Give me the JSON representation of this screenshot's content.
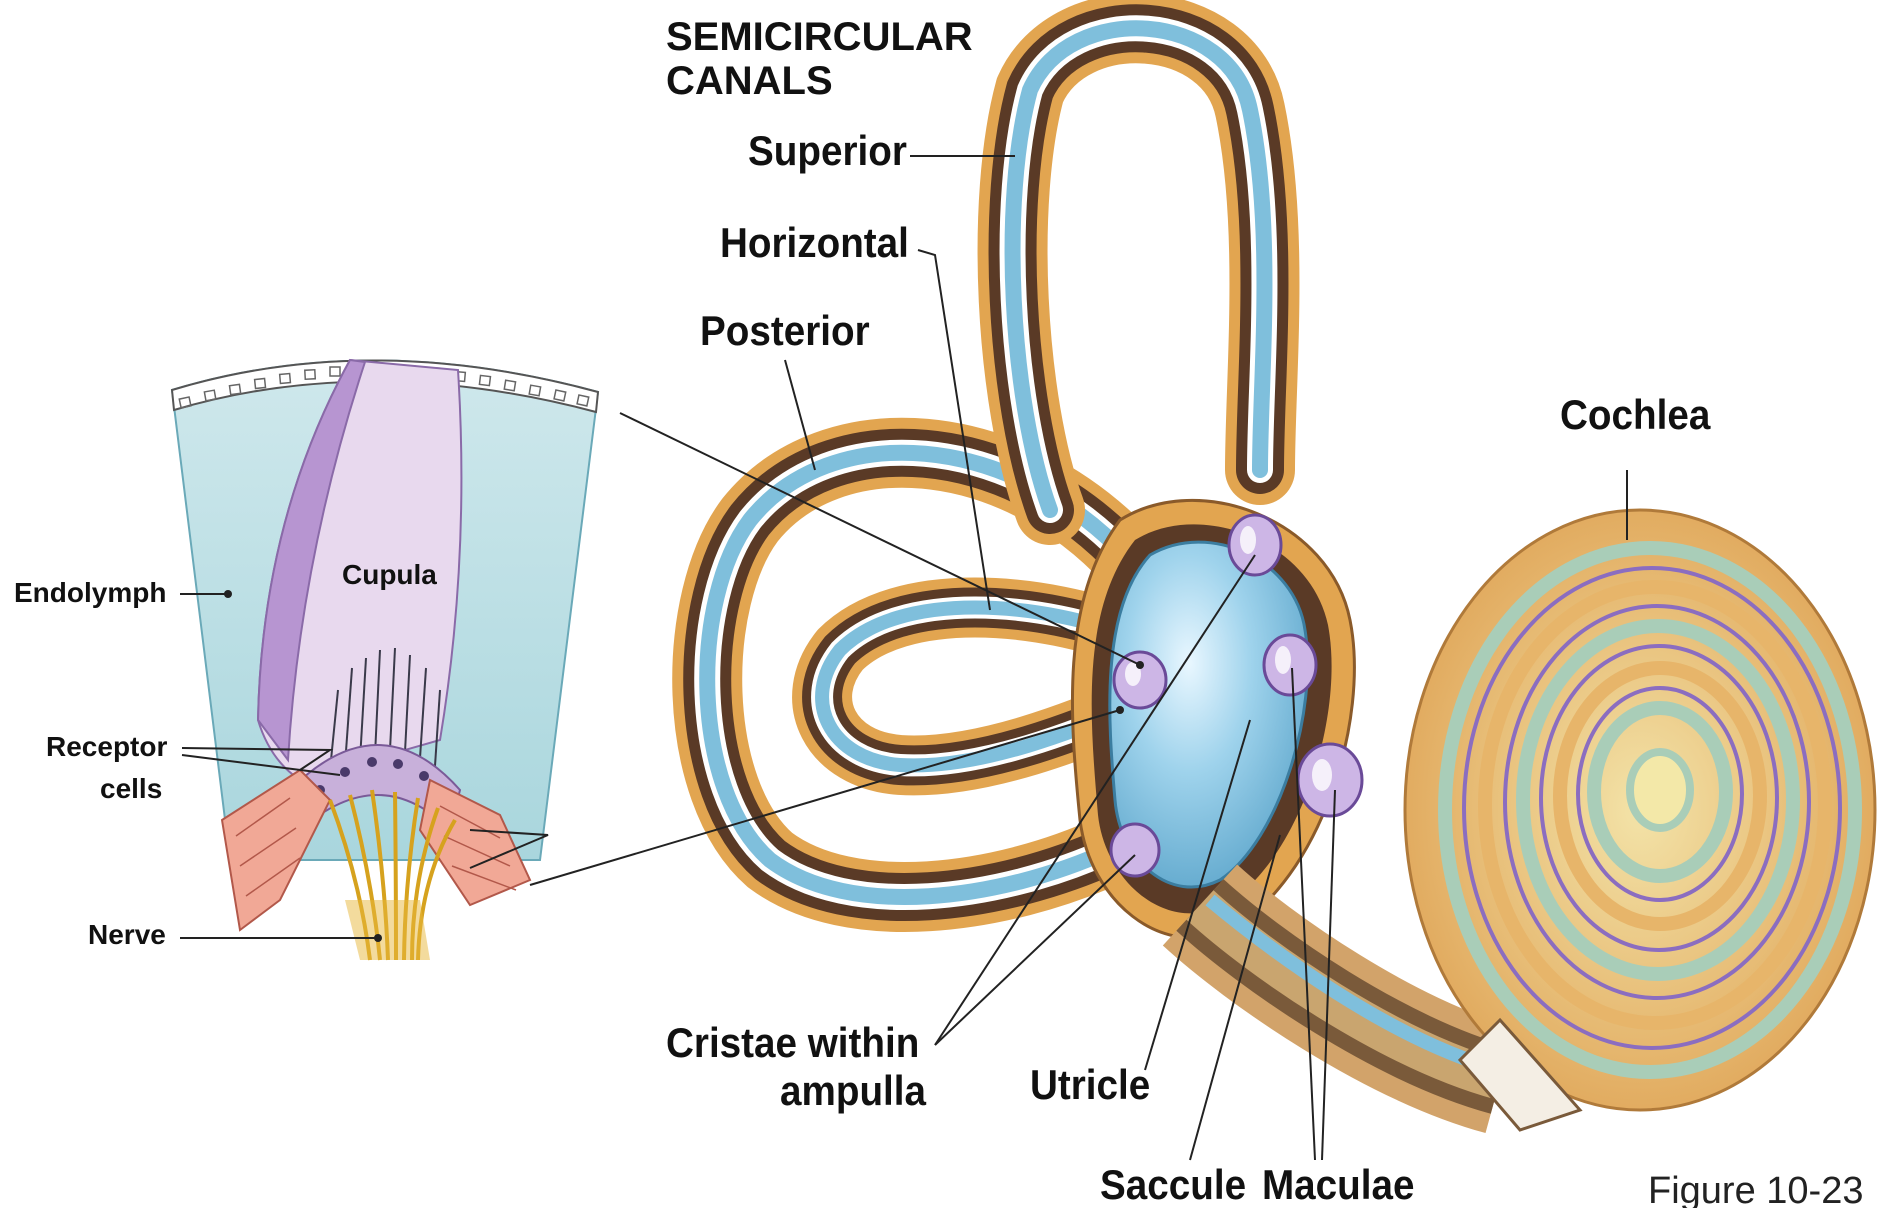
{
  "title_line1": "SEMICIRCULAR",
  "title_line2": "CANALS",
  "labels": {
    "superior": "Superior",
    "horizontal": "Horizontal",
    "posterior": "Posterior",
    "cochlea": "Cochlea",
    "cupula": "Cupula",
    "endolymph": "Endolymph",
    "receptor_line1": "Receptor",
    "receptor_line2": "cells",
    "nerve": "Nerve",
    "cristae_line1": "Cristae  within",
    "cristae_line2": "ampulla",
    "utricle": "Utricle",
    "saccule": "Saccule",
    "maculae": "Maculae"
  },
  "figure_number": "Figure 10-23",
  "colors": {
    "bone": "#e8b25e",
    "bone_dark": "#5a3a26",
    "membrane": "#7fbfdc",
    "endolymph_fill": "#bfe0e6",
    "cupula": "#e6d6ec",
    "cupula_edge": "#a88ac8",
    "tissue": "#e8907e"
  }
}
